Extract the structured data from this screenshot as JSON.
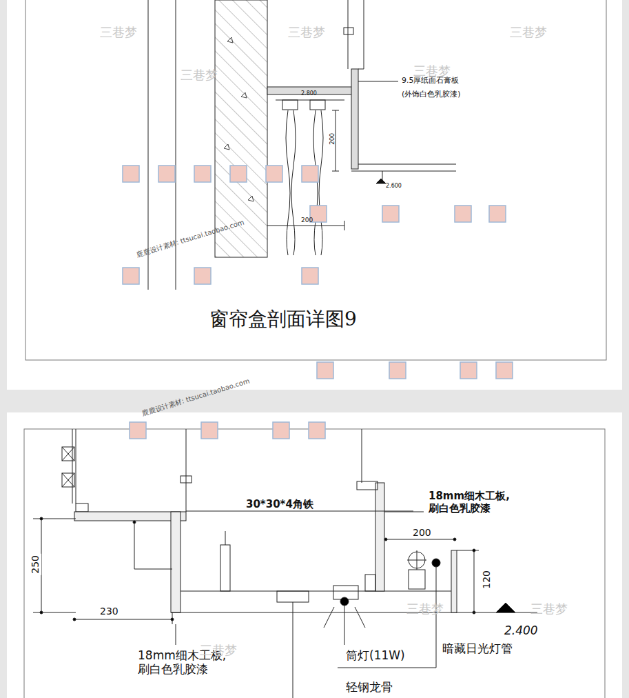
{
  "diagram": {
    "title": "窗帘盒剖面详图9",
    "labels": [
      "9.5厚纸面石膏板",
      "(外饰白色乳胶漆)",
      "2.800",
      "200",
      "200",
      "2.600",
      "30*30*4角铁",
      "18mm细木工板, 刷白色乳胶漆",
      "200",
      "120",
      "250",
      "230",
      "2.400",
      "18mm细木工板, 刷白色乳胶漆",
      "筒灯(11W)",
      "暗藏日光灯管",
      "轻钢龙骨",
      "三巷梦",
      "三巷梦",
      "三巷梦",
      "三巷梦",
      "三巷梦",
      "三巷梦",
      "三巷梦",
      "三巷梦",
      "鹿鹿设计素材: ttsucai.taobao.com",
      "鹿鹿设计素材: ttsucai.taobao.com"
    ]
  }
}
